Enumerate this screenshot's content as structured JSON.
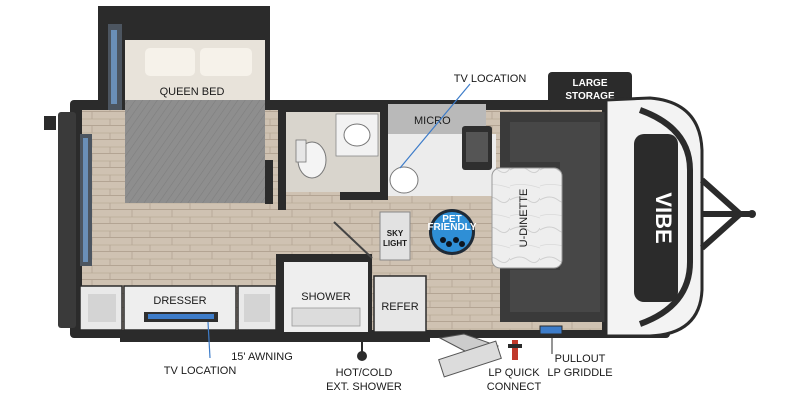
{
  "labels": {
    "queen_bed": "QUEEN BED",
    "tv_location_top": "TV LOCATION",
    "large_storage_line1": "LARGE",
    "large_storage_line2": "STORAGE",
    "micro": "MICRO",
    "sky_light_line1": "SKY",
    "sky_light_line2": "LIGHT",
    "pet_friendly_line1": "PET",
    "pet_friendly_line2": "FRIENDLY",
    "u_dinette": "U-DINETTE",
    "dresser": "DRESSER",
    "shower": "SHOWER",
    "refer": "REFER",
    "tv_location_bottom": "TV LOCATION",
    "awning": "15' AWNING",
    "ext_shower_line1": "HOT/COLD",
    "ext_shower_line2": "EXT. SHOWER",
    "lp_connect_line1": "LP QUICK",
    "lp_connect_line2": "CONNECT",
    "griddle_line1": "PULLOUT",
    "griddle_line2": "LP GRIDDLE",
    "brand": "VIBE"
  },
  "colors": {
    "wall": "#2b2b2b",
    "floor": "#cdbfae",
    "bed": "#8f8f8f",
    "dinette": "#3a3a3a",
    "accent_blue": "#3d7cc9",
    "paw_blue": "#2f8fd6"
  }
}
